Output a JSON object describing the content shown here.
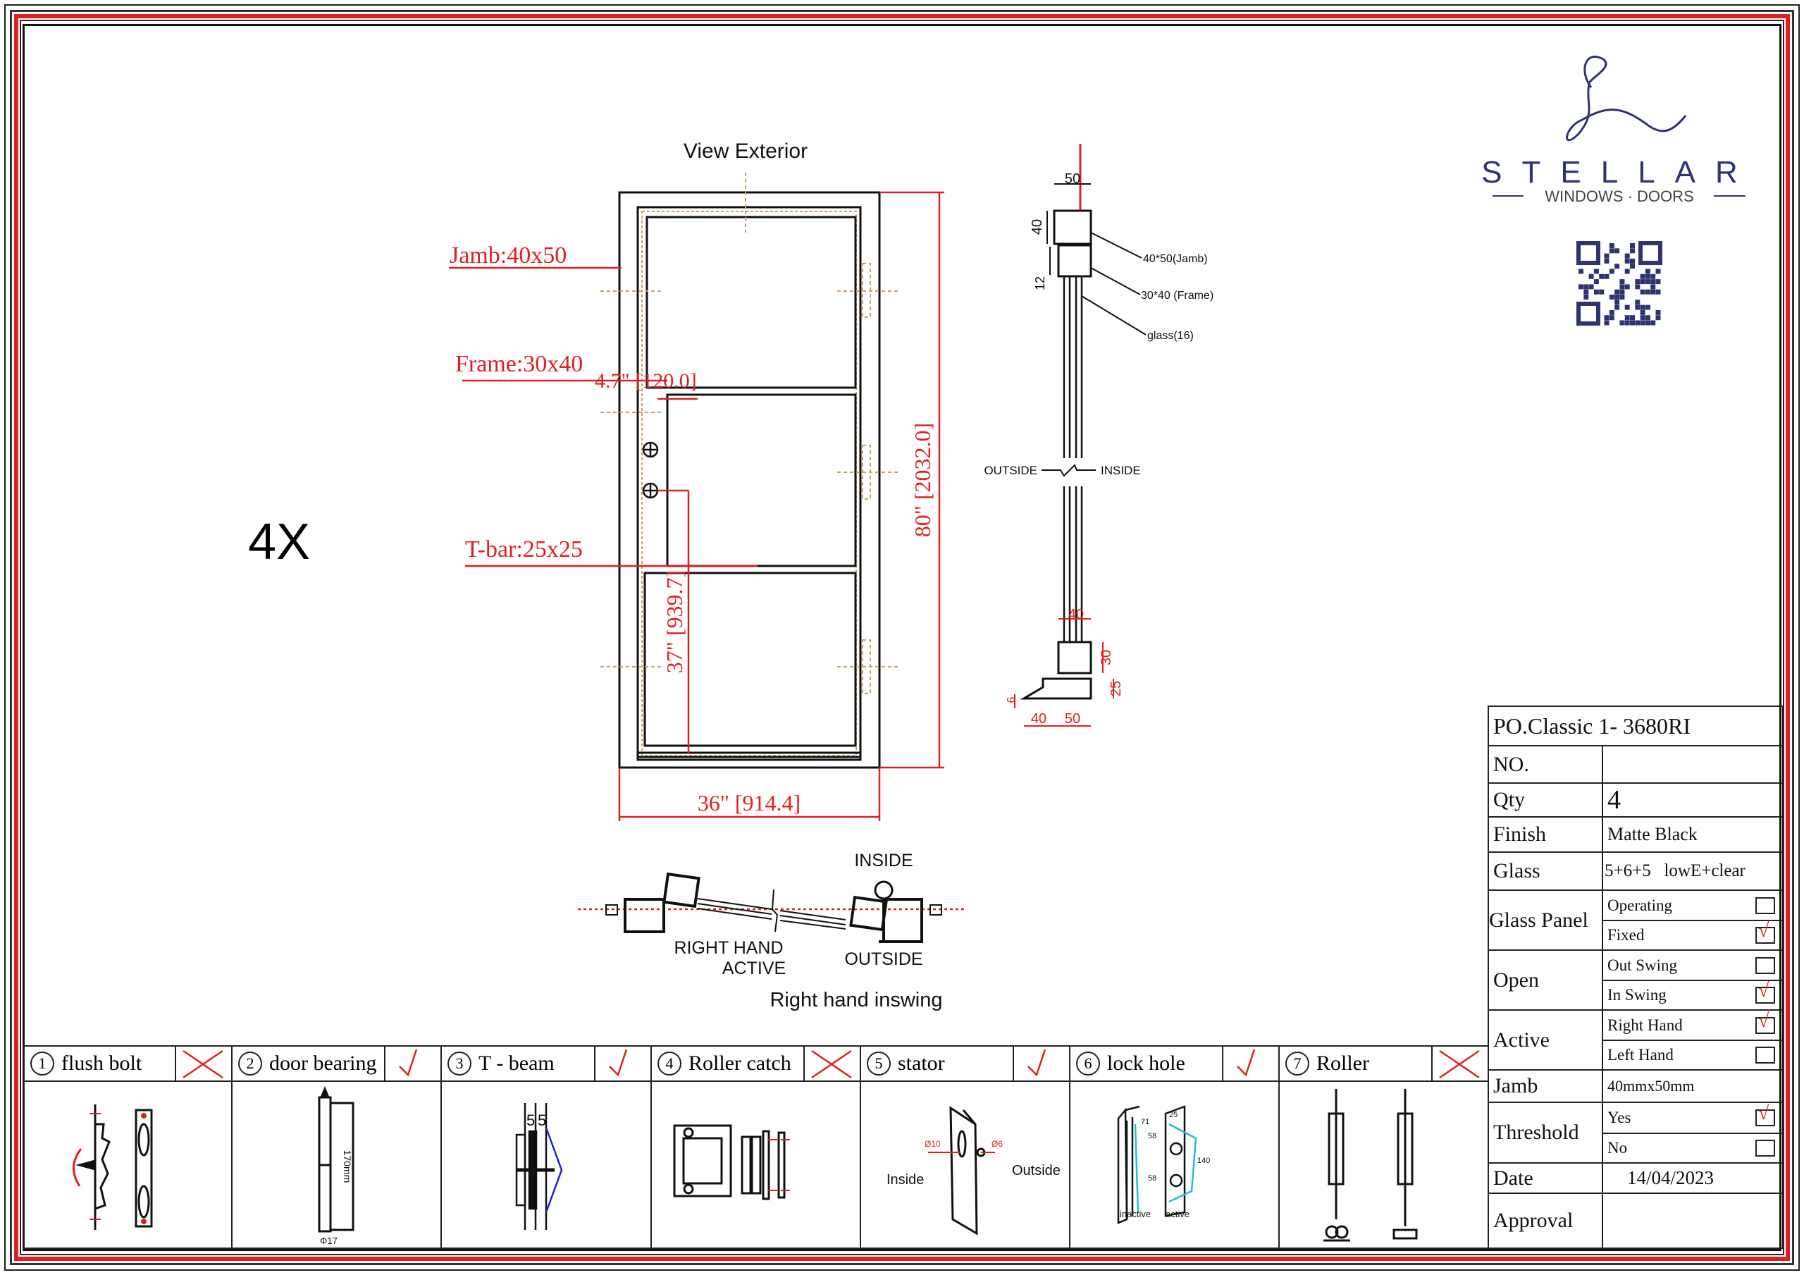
{
  "qty_marker": "4X",
  "elevation": {
    "title": "View Exterior",
    "jamb_label": "Jamb:40x50",
    "frame_label": "Frame:30x40",
    "offset_dim": "4.7\" [120.0]",
    "tbar_label": "T-bar:25x25",
    "handle_height_dim": "37\" [939.7]",
    "height_dim": "80\" [2032.0]",
    "width_dim": "36\" [914.4]"
  },
  "section": {
    "top_width": "50",
    "jamb_height": "40",
    "glass_offset": "12",
    "jamb_callout": "40*50(Jamb)",
    "frame_callout": "30*40  (Frame)",
    "glass_callout": "glass(16)",
    "outside": "OUTSIDE",
    "inside": "INSIDE",
    "sill_width": "40",
    "sill_height": "30",
    "threshold_height": "25",
    "threshold_lip": "6",
    "threshold_width_a": "40",
    "threshold_width_b": "50"
  },
  "plan": {
    "inside": "INSIDE",
    "outside": "OUTSIDE",
    "active_line1": "RIGHT  HAND",
    "active_line2": "ACTIVE",
    "caption": "Right hand inswing"
  },
  "brand": {
    "name": "STELLAR",
    "tagline": "WINDOWS · DOORS",
    "color": "#2e3470"
  },
  "accent_color": "#e02020",
  "spec": {
    "title": "PO.Classic 1- 3680RI",
    "no_label": "NO.",
    "no_value": "",
    "qty_label": "Qty",
    "qty_value": "4",
    "finish_label": "Finish",
    "finish_value": "Matte Black",
    "glass_label": "Glass",
    "glass_value": "5+6+5   lowE+clear",
    "glass_panel_label": "Glass Panel",
    "glass_panel_options": [
      {
        "label": "Operating",
        "checked": false
      },
      {
        "label": "Fixed",
        "checked": true
      }
    ],
    "open_label": "Open",
    "open_options": [
      {
        "label": "Out Swing",
        "checked": false
      },
      {
        "label": "In Swing",
        "checked": true
      }
    ],
    "active_label": "Active",
    "active_options": [
      {
        "label": "Right Hand",
        "checked": true
      },
      {
        "label": "Left Hand",
        "checked": false
      }
    ],
    "jamb_label": "Jamb",
    "jamb_value": "40mmx50mm",
    "threshold_label": "Threshold",
    "threshold_options": [
      {
        "label": "Yes",
        "checked": true
      },
      {
        "label": "No",
        "checked": false
      }
    ],
    "date_label": "Date",
    "date_value": "14/04/2023",
    "approval_label": "Approval",
    "approval_value": ""
  },
  "hardware": [
    {
      "num": "1",
      "label": "flush bolt",
      "included": false
    },
    {
      "num": "2",
      "label": "door bearing",
      "included": true
    },
    {
      "num": "3",
      "label": "T - beam",
      "included": true
    },
    {
      "num": "4",
      "label": "Roller catch",
      "included": false
    },
    {
      "num": "5",
      "label": "stator",
      "included": true
    },
    {
      "num": "6",
      "label": "lock hole",
      "included": true
    },
    {
      "num": "7",
      "label": "Roller",
      "included": false
    }
  ],
  "hardware_notes": {
    "bearing_length": "170mm",
    "bearing_dia": "Φ17",
    "tbeam_a": "5",
    "tbeam_b": "5",
    "stator_inside": "Inside",
    "stator_outside": "Outside",
    "stator_d1": "Ø10",
    "stator_d2": "Ø6",
    "lock_inactive": "inactive",
    "lock_active": "active",
    "lock_d1": "71",
    "lock_d2": "58",
    "lock_d3": "58",
    "lock_d4": "140",
    "lock_d5": "25"
  }
}
